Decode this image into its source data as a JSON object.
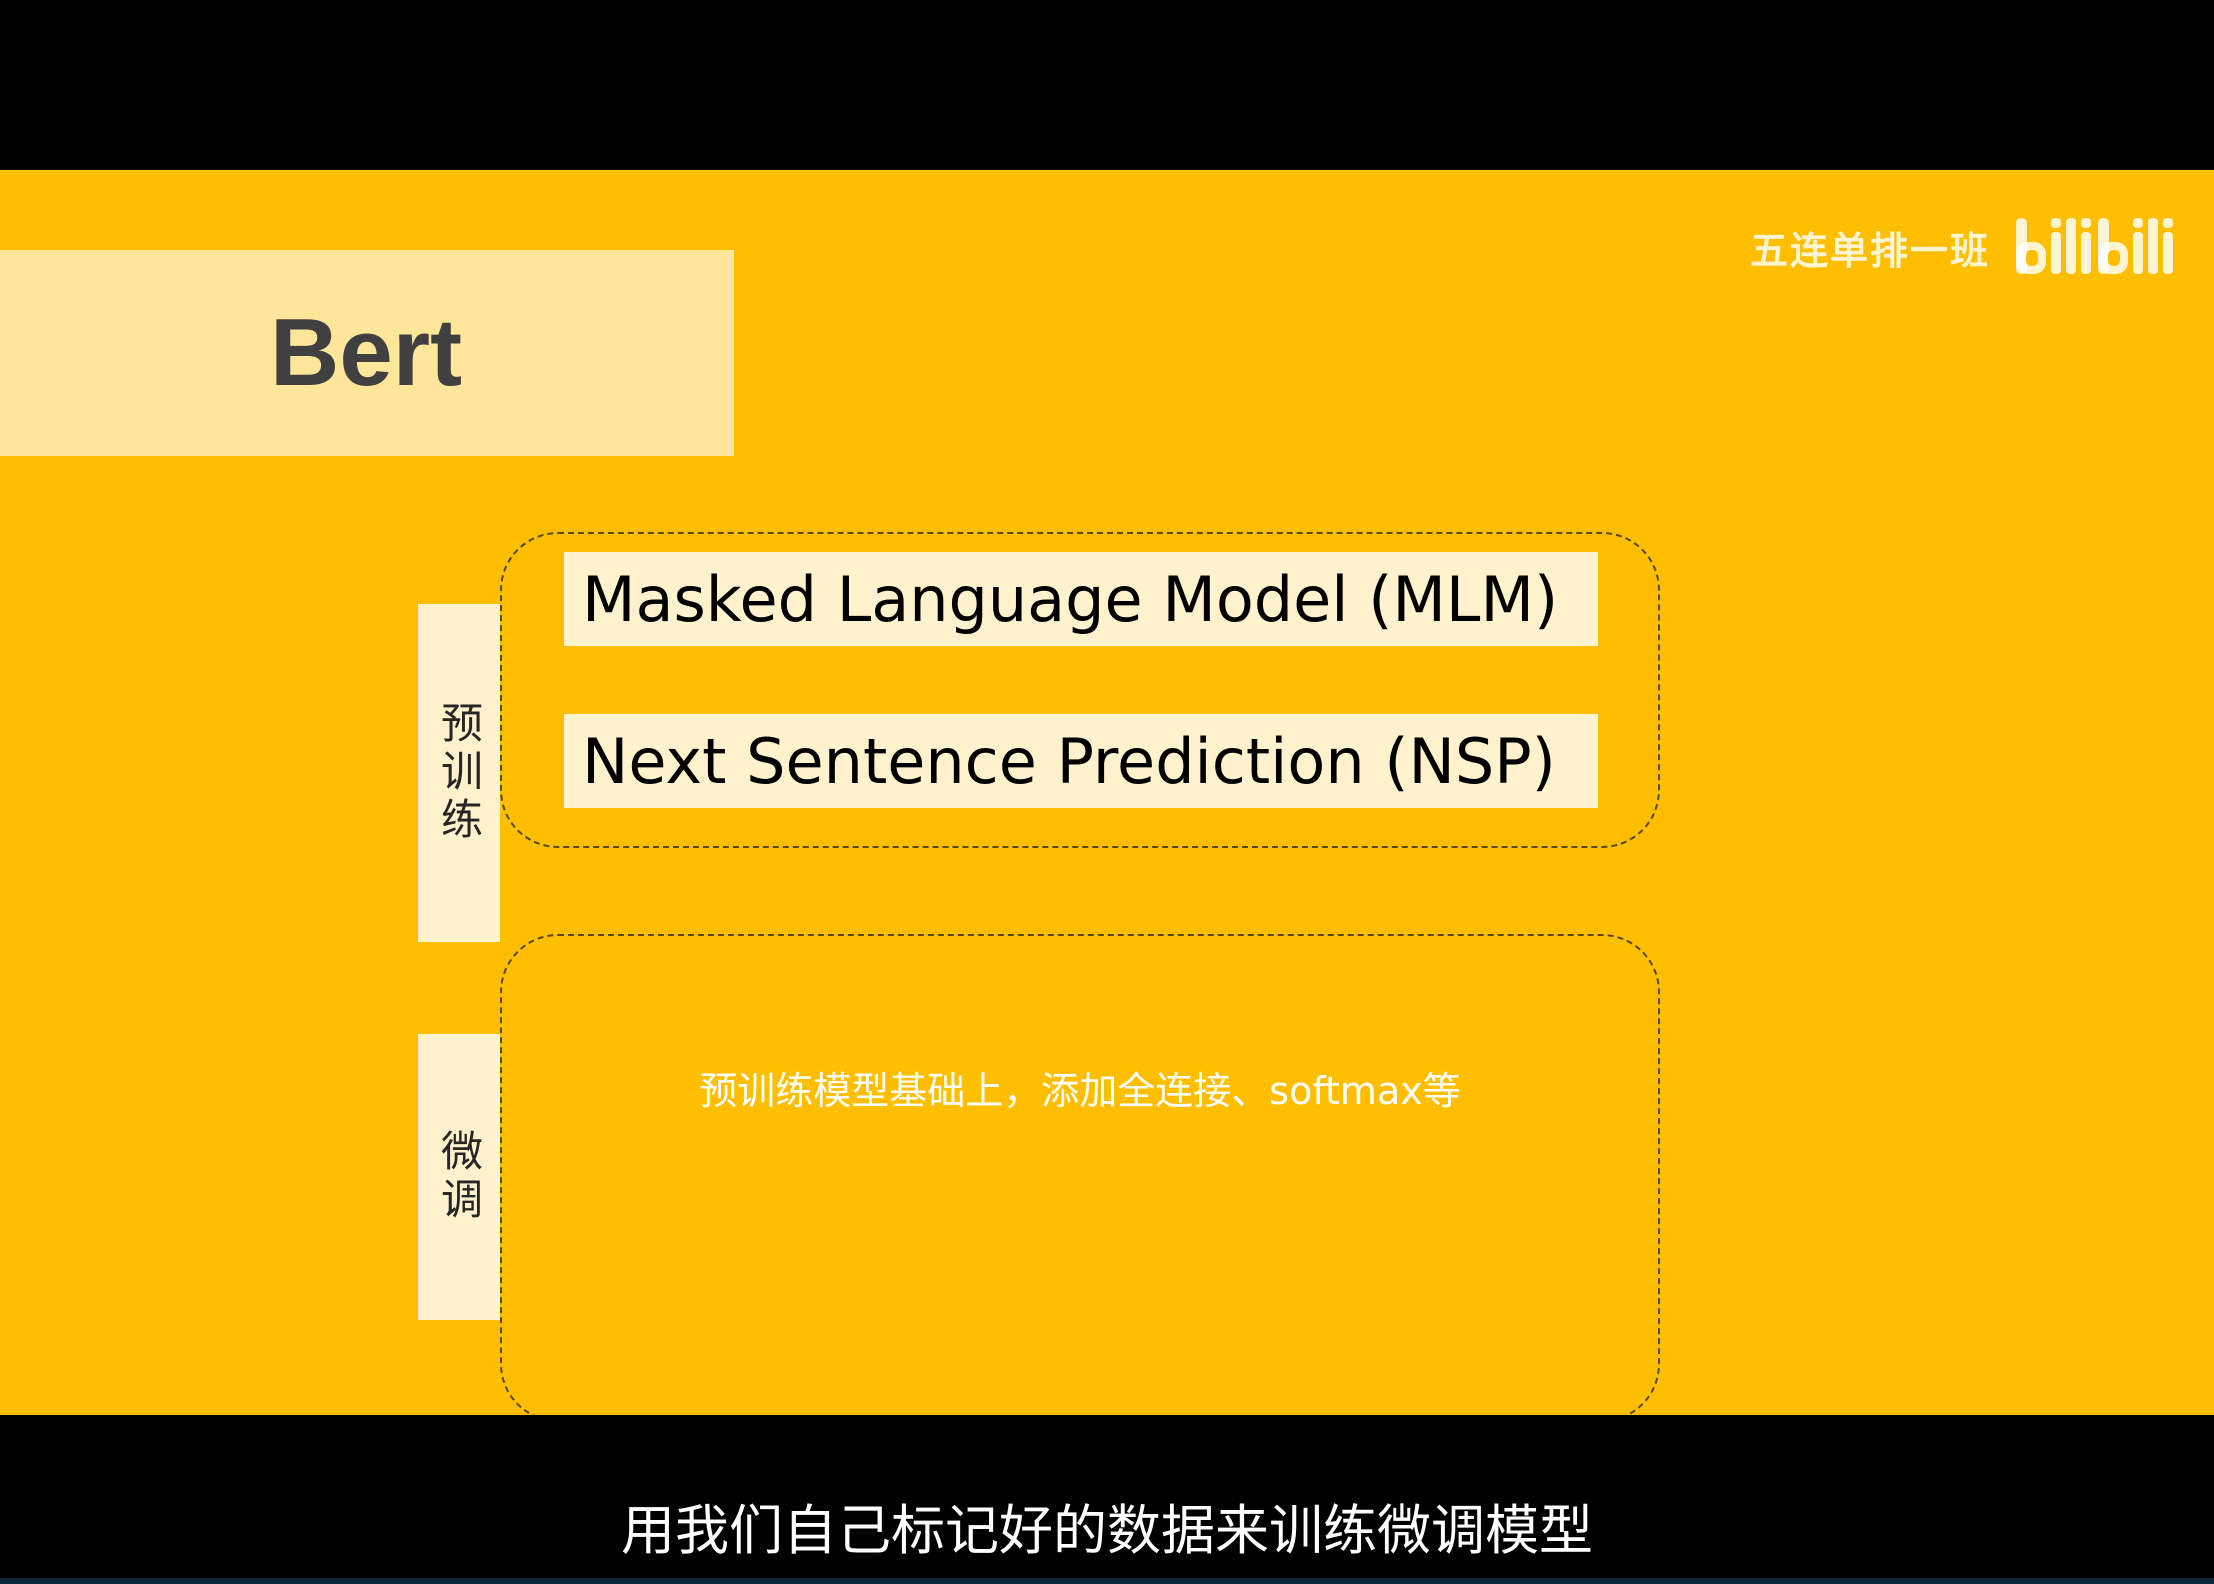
{
  "slide": {
    "title": "Bert",
    "watermark": {
      "text": "五连单排一班",
      "logo": "bilibili"
    },
    "pretrain": {
      "label": "预训练",
      "items": [
        "Masked Language Model (MLM)",
        "Next Sentence Prediction (NSP)"
      ]
    },
    "finetune": {
      "label": "微调",
      "description": "预训练模型基础上，添加全连接、softmax等"
    }
  },
  "subtitle": "用我们自己标记好的数据来训练微调模型",
  "colors": {
    "background": "#FFBF00",
    "title_block": "#FFE699",
    "label_fill": "#FFF2CC",
    "letterbox": "#000000"
  }
}
